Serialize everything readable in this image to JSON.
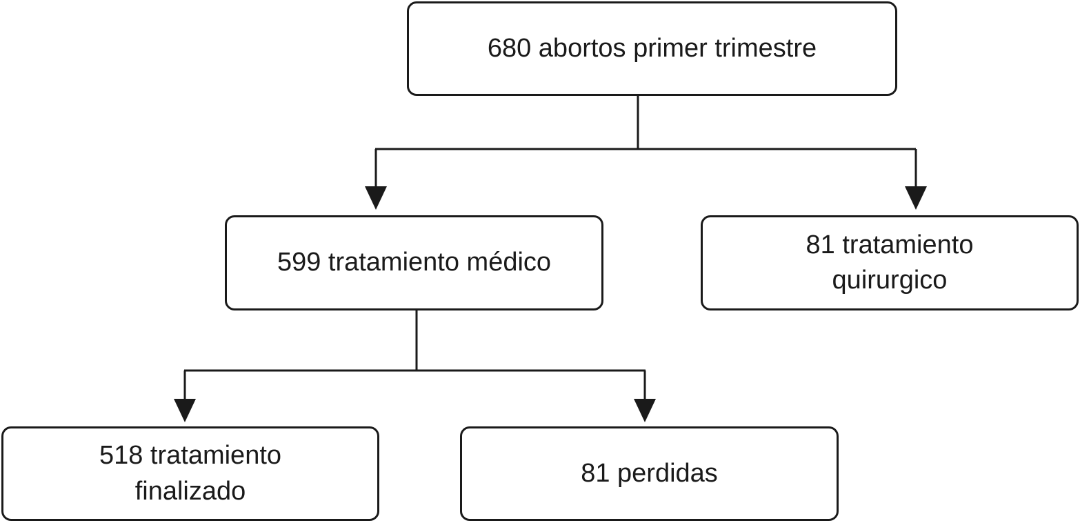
{
  "diagram": {
    "root": {
      "text": "680 abortos primer trimestre"
    },
    "medical": {
      "text": "599 tratamiento médico"
    },
    "surgical": {
      "line1": "81 tratamiento",
      "line2": "quirurgico"
    },
    "finished": {
      "line1": "518 tratamiento",
      "line2": "finalizado"
    },
    "lost": {
      "text": "81 perdidas"
    }
  }
}
